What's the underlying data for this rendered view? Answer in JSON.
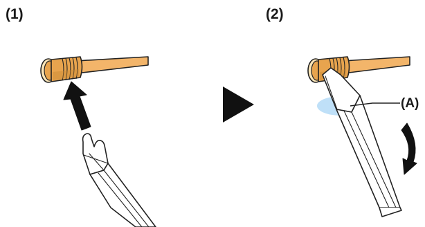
{
  "steps": {
    "step1": {
      "label": "(1)"
    },
    "step2": {
      "label": "(2)"
    }
  },
  "callout": {
    "label": "(A)"
  },
  "colors": {
    "cable": "#f3b56a",
    "cable_outline": "#2b2b2b",
    "connector_body": "#e8a44e",
    "connector_shade": "#c98a35",
    "connector_ring": "#fde6b8",
    "arrow": "#111111",
    "tool_fill": "#ffffff",
    "highlight": "#a9d6f5"
  },
  "icons": {
    "connector": "cable-connector-icon",
    "tool": "removal-tool-icon",
    "push_arrow": "push-up-arrow-icon",
    "next_step": "next-step-triangle-icon",
    "rotate": "rotate-down-arrow-icon"
  }
}
